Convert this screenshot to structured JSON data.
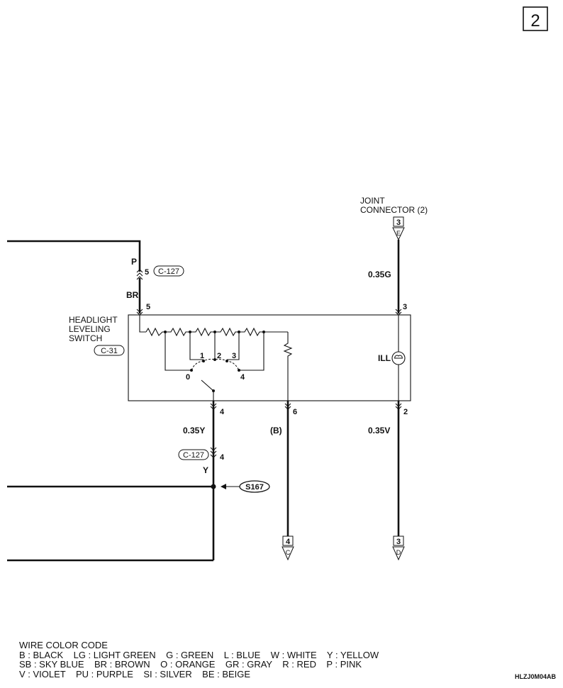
{
  "page_number": "2",
  "joint_connector": {
    "line1": "JOINT",
    "line2": "CONNECTOR (2)",
    "terminal": "3",
    "letter": "E"
  },
  "switch": {
    "line1": "HEADLIGHT",
    "line2": "LEVELING",
    "line3": "SWITCH",
    "connector": "C-31",
    "ill_label": "ILL"
  },
  "positions": [
    "0",
    "1",
    "2",
    "3",
    "4"
  ],
  "pins": {
    "p5": "5",
    "p3": "3",
    "p4": "4",
    "p6": "6",
    "p2": "2",
    "c127_upper_pin": "5",
    "c127_lower_pin": "4"
  },
  "wire_colors": {
    "p": "P",
    "br": "BR",
    "g": "0.35G",
    "y": "0.35Y",
    "b": "(B)",
    "v": "0.35V",
    "yellow": "Y"
  },
  "connectors": {
    "c127": "C-127",
    "splice": "S167"
  },
  "terminal_c": {
    "number": "4",
    "letter": "C"
  },
  "terminal_d": {
    "number": "3",
    "letter": "D"
  },
  "legend": {
    "title": "WIRE COLOR CODE",
    "line1": "B : BLACK    LG : LIGHT GREEN    G : GREEN    L : BLUE    W : WHITE    Y : YELLOW",
    "line2": "SB : SKY BLUE    BR : BROWN    O : ORANGE    GR : GRAY    R : RED    P : PINK",
    "line3": "V : VIOLET    PU : PURPLE    SI : SILVER    BE : BEIGE"
  },
  "diagram_code": "HLZJ0M04AB"
}
